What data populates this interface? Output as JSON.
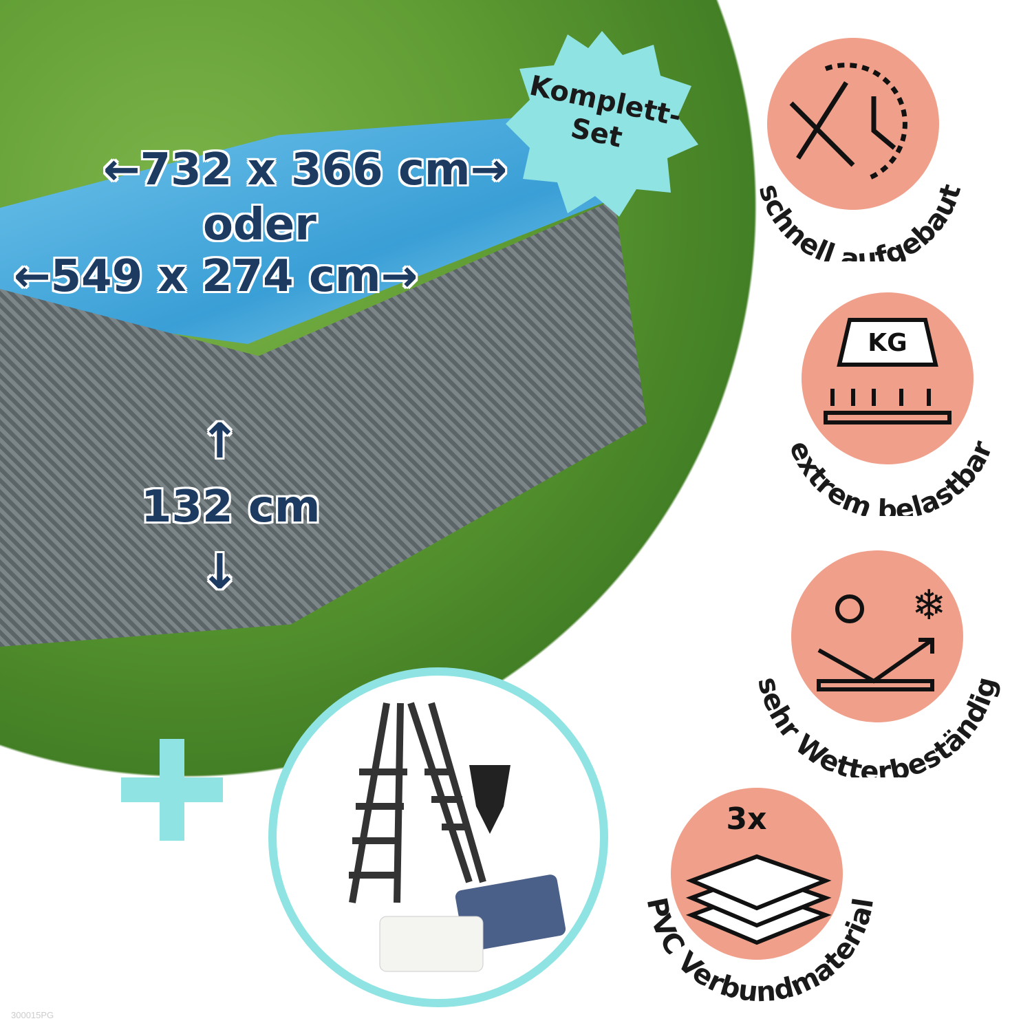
{
  "dimensions": {
    "size1": "←732 x 366 cm→",
    "or": "oder",
    "size2": "←549 x 274 cm→",
    "height_arrow_up": "↑",
    "height": "132 cm",
    "height_arrow_down": "↓"
  },
  "badge": "Komplett-Set",
  "badge_lines": [
    "Komplett-",
    "Set"
  ],
  "features": [
    {
      "label": "schnell aufgebaut",
      "icon": "tools-clock-icon"
    },
    {
      "label": "extrem belastbar",
      "icon": "weight-kg-icon",
      "icon_text": "KG"
    },
    {
      "label": "sehr Wetterbeständig",
      "icon": "weather-resistant-icon"
    },
    {
      "label": "PVC Verbundmaterial",
      "icon": "layers-icon",
      "icon_text": "3x"
    }
  ],
  "colors": {
    "accent": "#8fe3e3",
    "icon_bg": "#f0a08a",
    "text": "#1d3b61"
  },
  "product_code": "300015PG"
}
